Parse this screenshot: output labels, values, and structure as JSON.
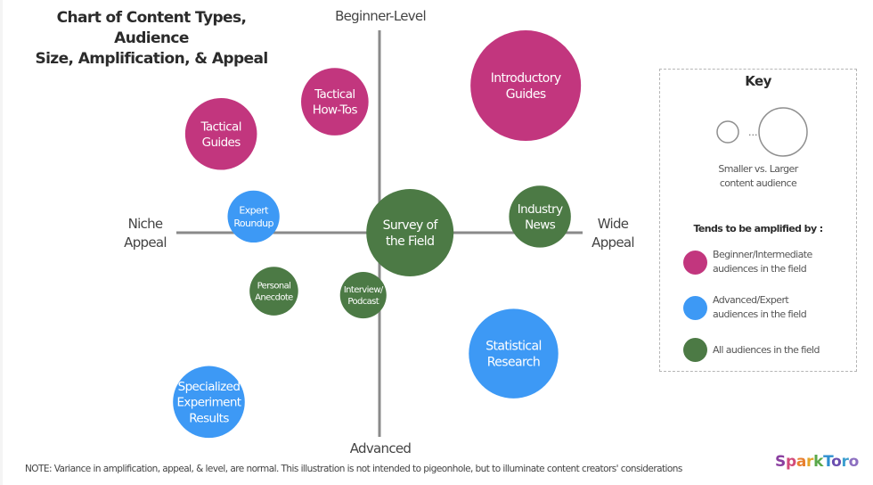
{
  "chart_data": {
    "type": "scatter",
    "subtype": "bubble-quadrant",
    "title": "Chart of Content Types, Audience Size, Amplification, & Appeal",
    "title_lines": [
      "Chart of Content Types, Audience",
      "Size, Amplification, & Appeal"
    ],
    "axes": {
      "x": {
        "left_label": [
          "Niche",
          "Appeal"
        ],
        "right_label": [
          "Wide",
          "Appeal"
        ],
        "range": [
          -1,
          1
        ]
      },
      "y": {
        "top_label": "Beginner-Level",
        "bottom_label": "Advanced",
        "range": [
          -1,
          1
        ]
      }
    },
    "grid": false,
    "legend_position": "right",
    "colors": {
      "beginner": "#c2367e",
      "advanced": "#3d99f5",
      "all": "#4c7a45",
      "axis": "#8a8a8a"
    },
    "points": [
      {
        "label": [
          "Introductory",
          "Guides"
        ],
        "x": 0.72,
        "y": 0.73,
        "size": 1.0,
        "group": "beginner"
      },
      {
        "label": [
          "Tactical",
          "How-Tos"
        ],
        "x": -0.22,
        "y": 0.65,
        "size": 0.61,
        "group": "beginner"
      },
      {
        "label": [
          "Tactical",
          "Guides"
        ],
        "x": -0.78,
        "y": 0.49,
        "size": 0.65,
        "group": "beginner"
      },
      {
        "label": [
          "Expert",
          "Roundup"
        ],
        "x": -0.62,
        "y": 0.08,
        "size": 0.47,
        "group": "advanced"
      },
      {
        "label": [
          "Survey of",
          "the Field"
        ],
        "x": 0.15,
        "y": 0.0,
        "size": 0.79,
        "group": "all"
      },
      {
        "label": [
          "Industry",
          "News"
        ],
        "x": 0.79,
        "y": 0.08,
        "size": 0.56,
        "group": "all"
      },
      {
        "label": [
          "Personal",
          "Anecdote"
        ],
        "x": -0.52,
        "y": -0.29,
        "size": 0.44,
        "group": "all"
      },
      {
        "label": [
          "Interview/",
          "Podcast"
        ],
        "x": -0.08,
        "y": -0.31,
        "size": 0.42,
        "group": "all"
      },
      {
        "label": [
          "Statistical",
          "Research"
        ],
        "x": 0.66,
        "y": -0.6,
        "size": 0.81,
        "group": "advanced"
      },
      {
        "label": [
          "Specialized",
          "Experiment",
          "Results"
        ],
        "x": -0.84,
        "y": -0.84,
        "size": 0.65,
        "group": "advanced"
      }
    ]
  },
  "key": {
    "title": "Key",
    "size_ellipsis": "...",
    "size_caption": [
      "Smaller vs. Larger",
      "content audience"
    ],
    "amplified_title": "Tends to be amplified by :",
    "items": [
      {
        "group": "beginner",
        "text": [
          "Beginner/Intermediate",
          "audiences in the field"
        ]
      },
      {
        "group": "advanced",
        "text": [
          "Advanced/Expert",
          "audiences in the field"
        ]
      },
      {
        "group": "all",
        "text": [
          "All audiences in the field"
        ]
      }
    ]
  },
  "note": "NOTE: Variance in amplification, appeal, & level, are normal. This illustration is not intended to pigeonhole, but to illuminate content creators' considerations",
  "logo": {
    "text": "SparkToro",
    "letter_colors": [
      "#8a3fa0",
      "#d24a7a",
      "#e8802f",
      "#e2a52a",
      "#5aa84a",
      "#2f8fd0",
      "#6a4fb0",
      "#3e9fcf",
      "#8c6fc0"
    ]
  }
}
